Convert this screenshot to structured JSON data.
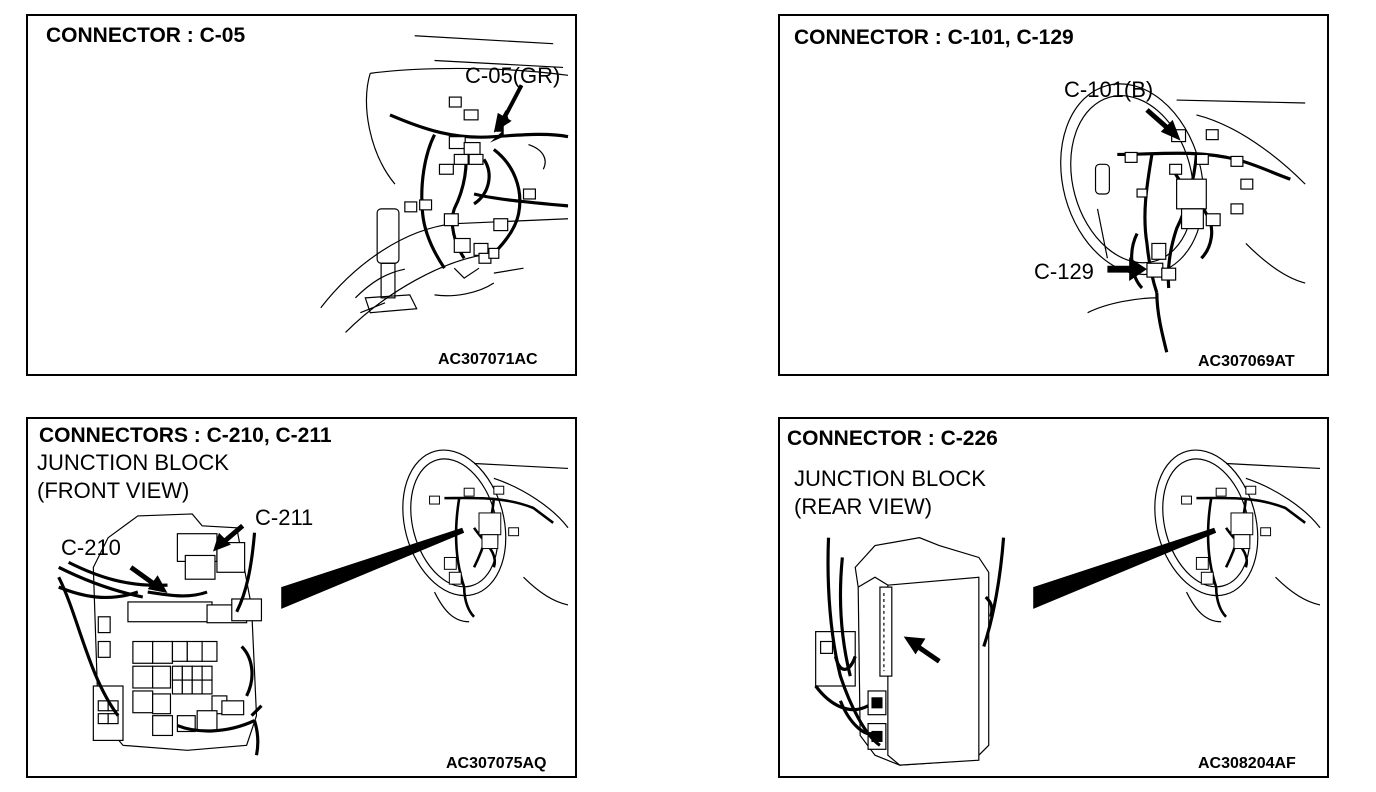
{
  "panels": [
    {
      "title": "CONNECTOR : C-05",
      "callouts": [
        "C-05(GR)"
      ],
      "code": "AC307071AC"
    },
    {
      "title": "CONNECTOR : C-101, C-129",
      "callouts": [
        "C-101(B)",
        "C-129"
      ],
      "code": "AC307069AT"
    },
    {
      "title": "CONNECTORS : C-210, C-211",
      "subtitle": [
        "JUNCTION BLOCK",
        "(FRONT VIEW)"
      ],
      "callouts": [
        "C-210",
        "C-211"
      ],
      "code": "AC307075AQ"
    },
    {
      "title": "CONNECTOR : C-226",
      "subtitle": [
        "JUNCTION BLOCK",
        "(REAR VIEW)"
      ],
      "callouts": [],
      "code": "AC308204AF"
    }
  ]
}
